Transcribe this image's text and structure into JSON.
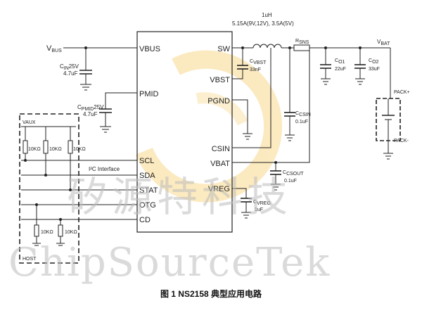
{
  "caption": "图 1    NS2158 典型应用电路",
  "watermark": {
    "cn": "矽源特科技",
    "en": "ChipSourceTek"
  },
  "chip": {
    "pins_left": [
      "VBUS",
      "PMID",
      "SCL",
      "SDA",
      "STAT",
      "OTG",
      "CD"
    ],
    "pins_right": [
      "SW",
      "VBST",
      "PGND",
      "CSIN",
      "VBAT",
      "VREG"
    ]
  },
  "inductor": {
    "value": "1uH",
    "current": "5.15A(9V,12V), 3.5A(5V)"
  },
  "nets": {
    "vbus": "V",
    "vbus_sub": "BUS",
    "vbat": "V",
    "vbat_sub": "BAT"
  },
  "rsns": {
    "main": "R",
    "sub": "SNS"
  },
  "caps": {
    "cin": {
      "main": "C",
      "sub": "IN",
      "rating": "25V",
      "value": "4.7uF"
    },
    "cpmid": {
      "main": "C",
      "sub": "PMID",
      "rating": "25V",
      "value": "4.7uF"
    },
    "cvbst": {
      "main": "C",
      "sub": "VBST",
      "value": "33nF"
    },
    "ccsin": {
      "main": "C",
      "sub": "CSIN",
      "value": "0.1uF"
    },
    "ccsout": {
      "main": "C",
      "sub": "CSOUT",
      "value": "0.1uF"
    },
    "cvreg": {
      "main": "C",
      "sub": "VREG",
      "value": "1uF"
    },
    "co1": {
      "main": "C",
      "sub": "O1",
      "value": "22uF"
    },
    "co2": {
      "main": "C",
      "sub": "O2",
      "value": "33uF"
    }
  },
  "host": {
    "vaux": "VAUX",
    "host": "HOST",
    "i2c": "I²C Interface",
    "r_top": [
      "10KΩ",
      "10KΩ",
      "10KΩ"
    ],
    "r_bottom": [
      "10KΩ",
      "10KΩ"
    ]
  },
  "pack": {
    "plus": "PACK+",
    "minus": "PACK-"
  }
}
